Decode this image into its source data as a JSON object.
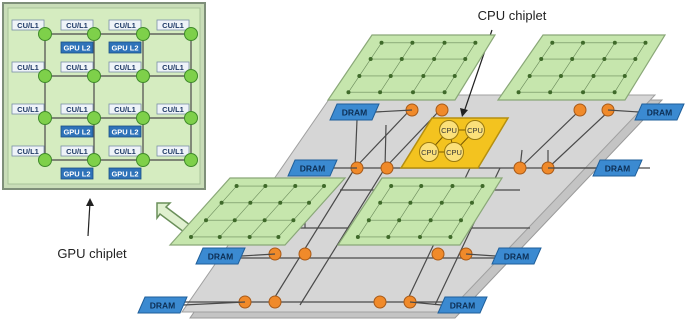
{
  "labels": {
    "cpu_chiplet": "CPU chiplet",
    "gpu_chiplet": "GPU chiplet",
    "dram": "DRAM",
    "cpu": "CPU",
    "cu_l1": "CU/L1",
    "gpu_l2": "GPU L2"
  },
  "colors": {
    "inset_border": "#7f8f7a",
    "inset_fill": "#d5ecc0",
    "mesh_line": "#4a4a4a",
    "green_node": "#7ed04a",
    "green_node_stroke": "#3f8a2a",
    "cu_box": "#eef3f8",
    "cu_box_stroke": "#7a8fa8",
    "l2_box": "#2f73b9",
    "gpu_plane": "#c6e6ad",
    "gpu_plane_stroke": "#8aa878",
    "interposer": "#d0d0d0",
    "interposer_stroke": "#9a9a9a",
    "router": "#f08a2a",
    "router_stroke": "#a85a18",
    "cpu_plane": "#f3c31f",
    "cpu_plane_stroke": "#b58f10",
    "cpu_core": "#fbe07a",
    "dram": "#3b8ad1",
    "dram_stroke": "#1f5f9a",
    "arrow_fill": "#dff0cf",
    "arrow_stroke": "#6a8f5a"
  },
  "dram_modules": [
    {
      "id": "dram-top-left",
      "label": "DRAM"
    },
    {
      "id": "dram-top-right",
      "label": "DRAM"
    },
    {
      "id": "dram-mid-left",
      "label": "DRAM"
    },
    {
      "id": "dram-mid-right",
      "label": "DRAM"
    },
    {
      "id": "dram-lower-left",
      "label": "DRAM"
    },
    {
      "id": "dram-lower-right",
      "label": "DRAM"
    },
    {
      "id": "dram-bottom-left",
      "label": "DRAM"
    },
    {
      "id": "dram-bottom-right",
      "label": "DRAM"
    }
  ],
  "cpu_cores": [
    "CPU",
    "CPU",
    "CPU",
    "CPU"
  ],
  "inset_grid": {
    "rows": [
      [
        "CU/L1",
        "CU/L1",
        "CU/L1",
        "CU/L1"
      ],
      [
        "CU/L1",
        "CU/L1",
        "CU/L1",
        "CU/L1"
      ],
      [
        "CU/L1",
        "CU/L1",
        "CU/L1",
        "CU/L1"
      ],
      [
        "CU/L1",
        "CU/L1",
        "CU/L1",
        "CU/L1"
      ]
    ],
    "l2_rows": [
      [
        "",
        "GPU L2",
        "GPU L2",
        ""
      ],
      [
        "",
        "",
        "",
        ""
      ],
      [
        "",
        "GPU L2",
        "GPU L2",
        ""
      ],
      [
        "",
        "GPU L2",
        "GPU L2",
        ""
      ]
    ]
  }
}
